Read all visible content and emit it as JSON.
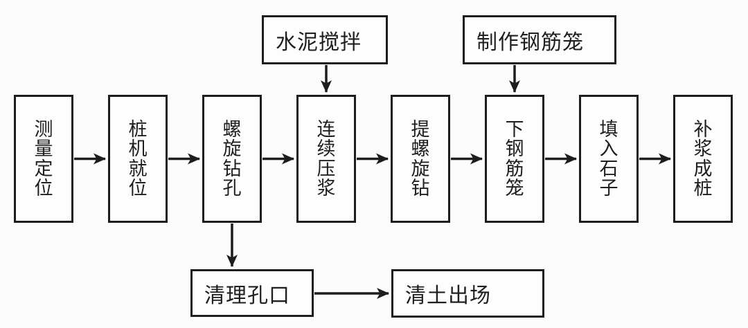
{
  "diagram": {
    "type": "flowchart",
    "background_color": "#fcfcfc",
    "line_color": "#1d1d1d",
    "text_color": "#1f1f1f",
    "top_boxes": [
      {
        "id": "cement-mixing",
        "label": "水泥搅拌"
      },
      {
        "id": "make-rebar-cage",
        "label": "制作钢筋笼"
      }
    ],
    "main_boxes": [
      {
        "id": "survey-positioning",
        "label": "测量定位"
      },
      {
        "id": "pile-rig-in-place",
        "label": "桩机就位"
      },
      {
        "id": "auger-drilling",
        "label": "螺旋钻孔"
      },
      {
        "id": "continuous-grouting",
        "label": "连续压浆"
      },
      {
        "id": "lift-auger",
        "label": "提螺旋钻"
      },
      {
        "id": "lower-rebar-cage",
        "label": "下钢筋笼"
      },
      {
        "id": "fill-stones",
        "label": "填入石子"
      },
      {
        "id": "regrout-form-pile",
        "label": "补浆成桩"
      }
    ],
    "bottom_boxes": [
      {
        "id": "clean-hole-mouth",
        "label": "清理孔口"
      },
      {
        "id": "clear-soil-offsite",
        "label": "清土出场"
      }
    ],
    "connections": [
      {
        "from": "测量定位",
        "to": "桩机就位"
      },
      {
        "from": "桩机就位",
        "to": "螺旋钻孔"
      },
      {
        "from": "螺旋钻孔",
        "to": "连续压浆"
      },
      {
        "from": "连续压浆",
        "to": "提螺旋钻"
      },
      {
        "from": "提螺旋钻",
        "to": "下钢筋笼"
      },
      {
        "from": "下钢筋笼",
        "to": "填入石子"
      },
      {
        "from": "填入石子",
        "to": "补浆成桩"
      },
      {
        "from": "水泥搅拌",
        "to": "连续压浆"
      },
      {
        "from": "制作钢筋笼",
        "to": "下钢筋笼"
      },
      {
        "from": "螺旋钻孔",
        "to": "清理孔口"
      },
      {
        "from": "清理孔口",
        "to": "清土出场"
      }
    ]
  }
}
